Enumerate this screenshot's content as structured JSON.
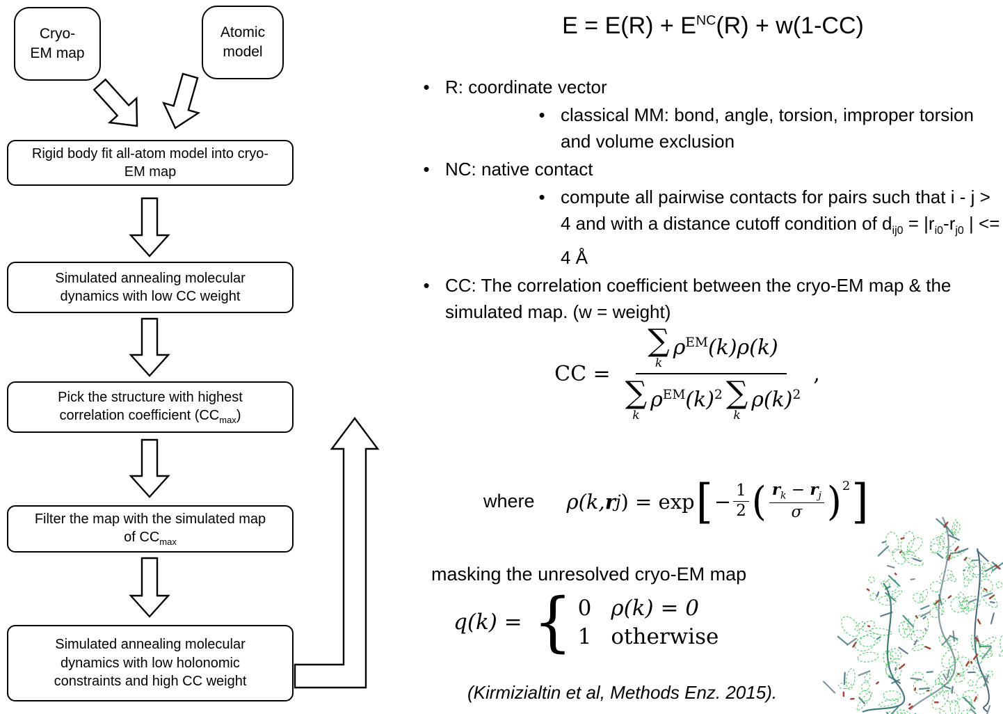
{
  "bullet_char": "•",
  "flowchart": {
    "cryo_box": "Cryo-\nEM map",
    "atomic_box": "Atomic\nmodel",
    "box_rigid": "Rigid body fit all-atom model into cryo-\nEM map",
    "box_sa_low": "Simulated annealing molecular\ndynamics with low CC weight",
    "box_pick": {
      "t1": "Pick the structure with highest\ncorrelation coefficient (CC",
      "sub": "max",
      "t2": ")"
    },
    "box_filter": {
      "t1": "Filter the map with the simulated map\nof CC",
      "sub": "max"
    },
    "box_sa_high": "Simulated annealing molecular\ndynamics with low holonomic\nconstraints and high CC weight"
  },
  "title_eq": {
    "t1": "E = E(R) + E",
    "sup": "NC",
    "t2": "(R) + w(1-CC)"
  },
  "bullets": {
    "r": "R: coordinate vector",
    "r_sub": "classical MM: bond, angle, torsion, improper torsion and volume exclusion",
    "nc": "NC: native contact",
    "nc_sub": {
      "t1": "compute all pairwise contacts for pairs such that i - j > 4 and with a distance cutoff condition of d",
      "s1": "ij0",
      "t2": " = |r",
      "s2": "i0",
      "t3": "-r",
      "s3": "j0",
      "t4": " | <= 4 Å"
    },
    "cc": "CC: The correlation coefficient between the cryo-EM map & the simulated map. (w = weight)"
  },
  "cc_eq": {
    "lhs": "CC =",
    "comma": ",",
    "sigma": "∑",
    "k": "k",
    "num": {
      "rho": "ρ",
      "em": "EM",
      "tail": "(k)ρ(k)"
    },
    "den": {
      "rho1": "ρ",
      "em": "EM",
      "tail1": "(k)",
      "sq1": "2",
      "rho2": "ρ",
      "tail2": "(k)",
      "sq2": "2"
    }
  },
  "rho_eq": {
    "where": "where",
    "lhs1": "ρ(k, ",
    "rvec": "r",
    "rsub": "j",
    "lhs2": ") = exp",
    "lbracket": "[",
    "minus": "−",
    "one": "1",
    "two": "2",
    "rk": "r",
    "ksub": "k",
    "minus2": " − ",
    "rj": "r",
    "jsub": "j",
    "sigma": "σ",
    "lparen": "(",
    "rparen": ")",
    "sq": "2",
    "rbracket": "]"
  },
  "masking_label": "masking the unresolved cryo-EM map",
  "q_eq": {
    "lhs": "q(k) =",
    "brace": "{",
    "r1v": "0",
    "r1c": "ρ(k) = 0",
    "r2v": "1",
    "r2c": "otherwise"
  },
  "citation": "(Kirmizialtin et al, Methods Enz. 2015)."
}
